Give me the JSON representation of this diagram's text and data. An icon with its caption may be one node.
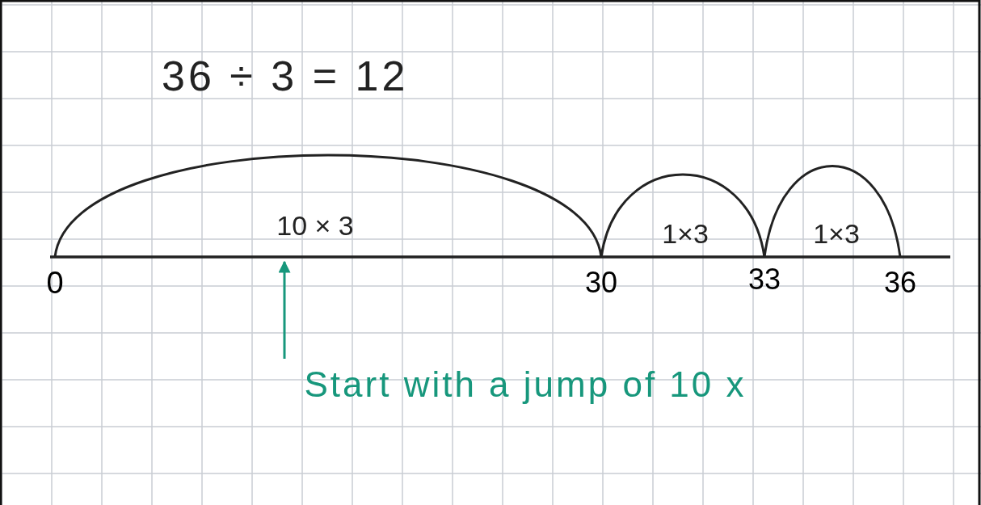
{
  "diagram": {
    "title": "36 ÷ 3 = 12",
    "nodes": [
      {
        "text": [
          "0"
        ]
      },
      {
        "text": [
          "30"
        ]
      },
      {
        "text": [
          "33"
        ]
      },
      {
        "text": [
          "36"
        ]
      },
      {
        "text": [
          "Start with a jump of 10 x"
        ]
      }
    ],
    "edges": [
      {
        "from": 0,
        "to": 1,
        "arrow": "none",
        "label": "10 × 3"
      },
      {
        "from": 1,
        "to": 2,
        "arrow": "none",
        "label": "1×3"
      },
      {
        "from": 2,
        "to": 3,
        "arrow": "none",
        "label": "1×3"
      },
      {
        "from": 4,
        "to": null,
        "arrow": "to",
        "color": "#17977c"
      }
    ]
  }
}
